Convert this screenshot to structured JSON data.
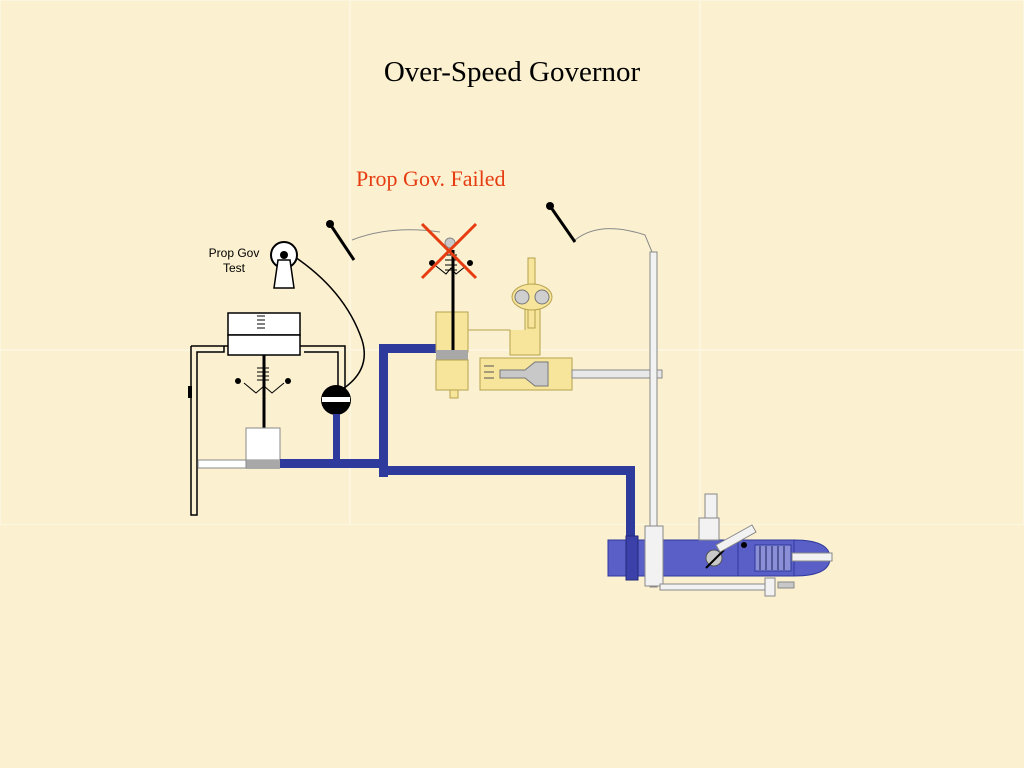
{
  "slide": {
    "title": "Over-Speed Governor",
    "status": "Prop Gov. Failed",
    "test_switch_label_line1": "Prop Gov",
    "test_switch_label_line2": "Test"
  },
  "colors": {
    "background": "#fbf0cf",
    "status_text": "#e63c12",
    "failed_mark": "#e63c12",
    "oil_line": "#2e3a9c",
    "governor_body": "#5a5fc8",
    "overspeed_valve": "#f6e59a"
  },
  "icons": {
    "failed_mark": "x-mark-icon",
    "test_switch": "toggle-switch-icon",
    "solenoid_valve": "solenoid-icon"
  }
}
